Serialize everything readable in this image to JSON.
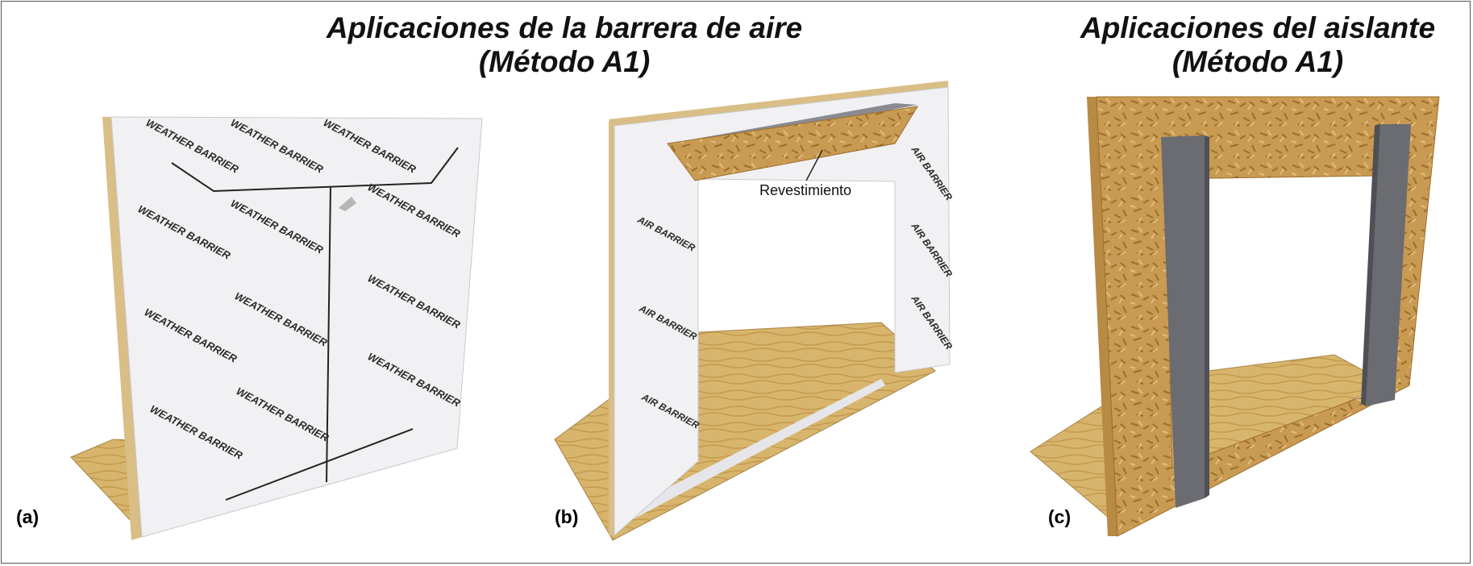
{
  "headings": {
    "air_barrier": {
      "line1": "Aplicaciones de la barrera de aire",
      "line2": "(Método A1)"
    },
    "insulation": {
      "line1": "Aplicaciones del aislante",
      "line2": "(Método A1)"
    }
  },
  "panels": {
    "a": {
      "label": "(a)",
      "wrap_print": "WEATHER BARRIER"
    },
    "b": {
      "label": "(b)",
      "wrap_print": "AIR BARRIER",
      "callout": "Revestimiento"
    },
    "c": {
      "label": "(c)"
    }
  },
  "colors": {
    "wrap": "#f1f1f3",
    "osb": "#c99a52",
    "plywood": "#d8b56c",
    "insulation": "#6a6c72",
    "print": "#2a2a2a"
  }
}
